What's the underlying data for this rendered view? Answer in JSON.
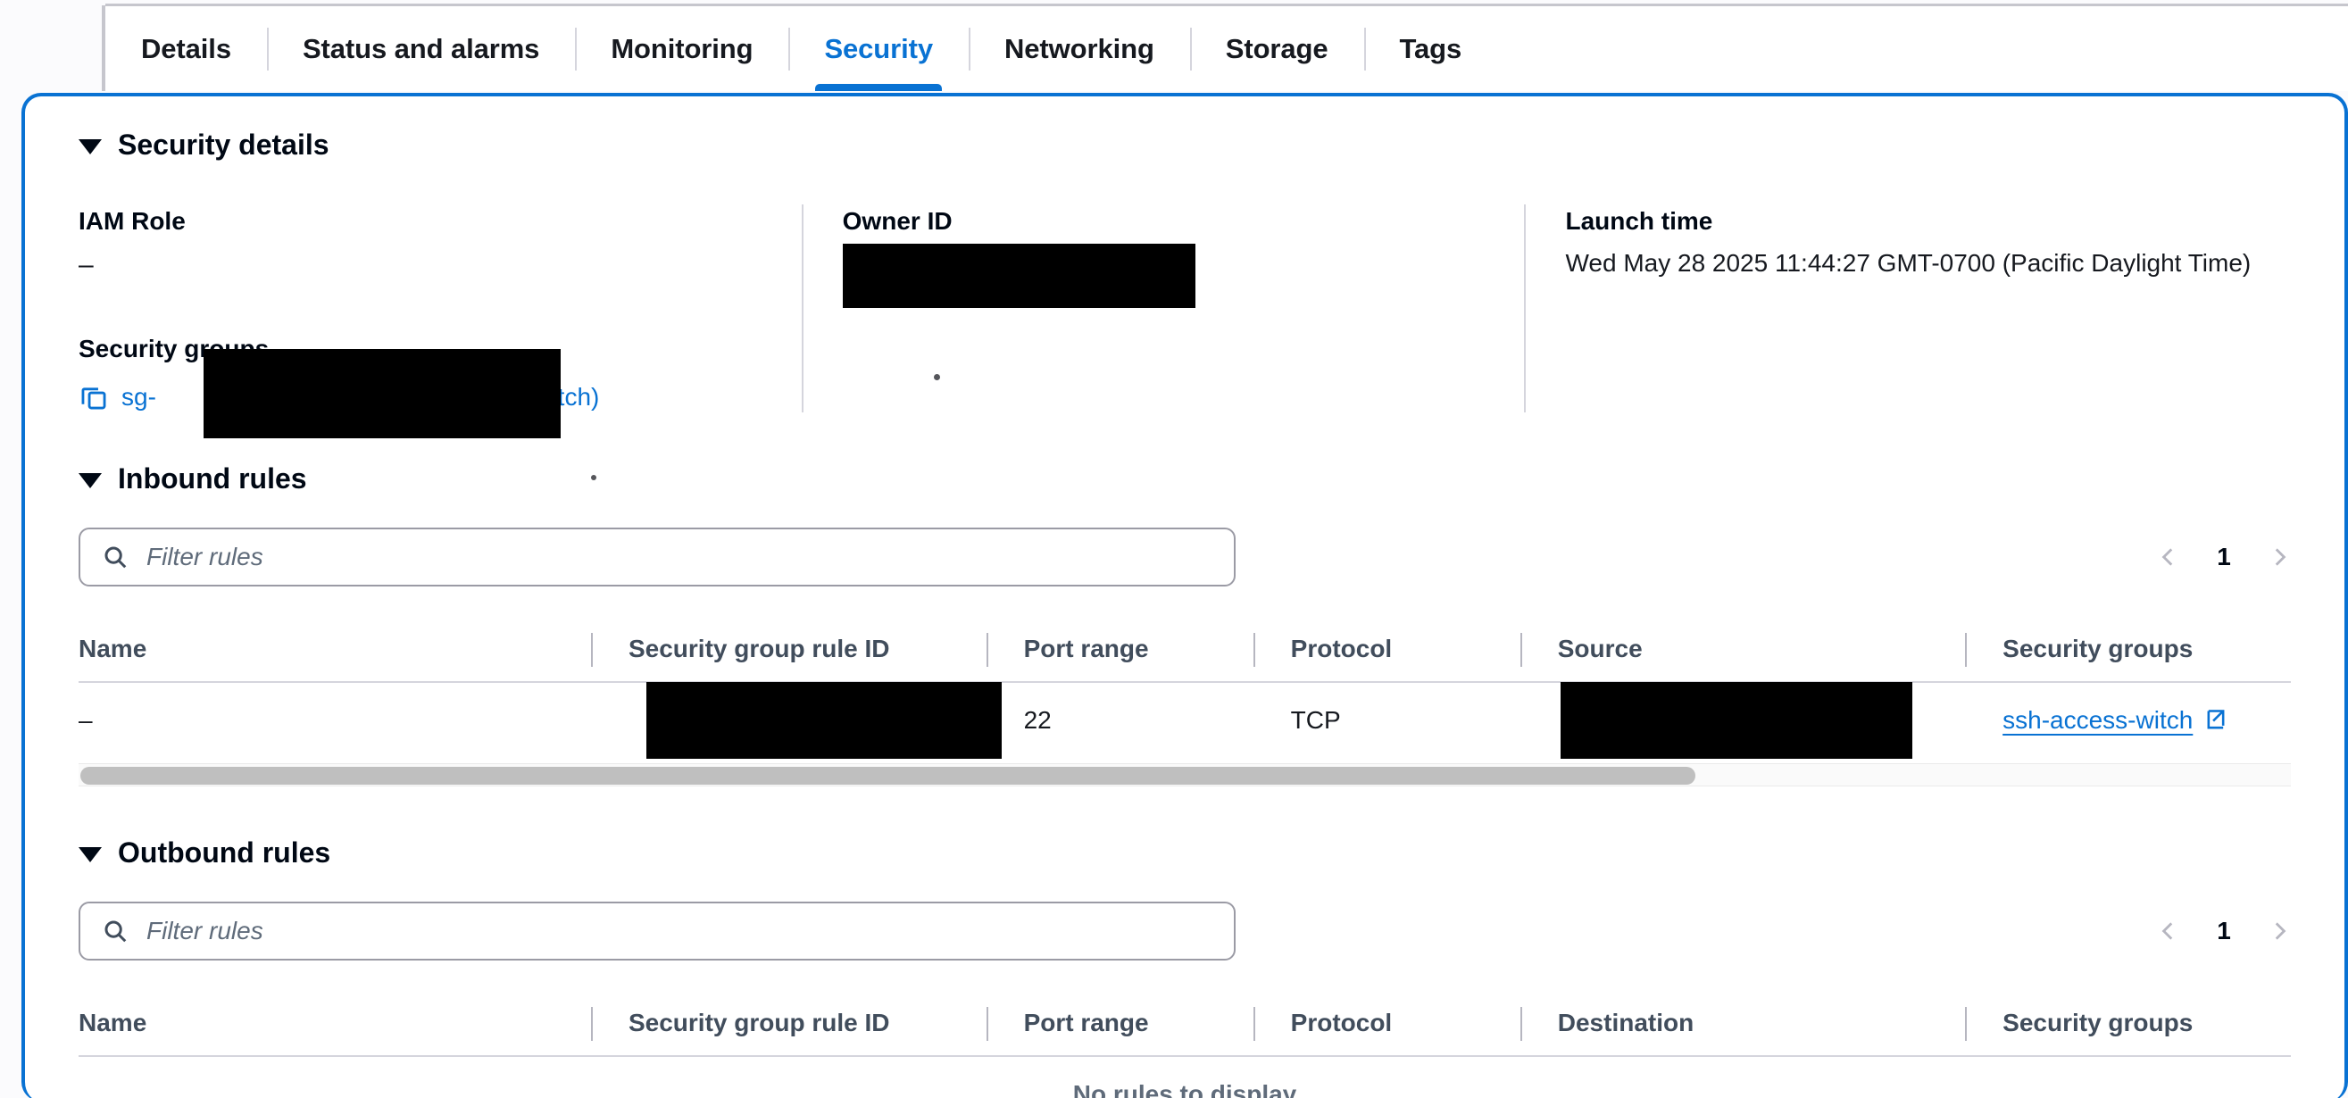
{
  "tabs": [
    {
      "label": "Details",
      "active": false
    },
    {
      "label": "Status and alarms",
      "active": false
    },
    {
      "label": "Monitoring",
      "active": false
    },
    {
      "label": "Security",
      "active": true
    },
    {
      "label": "Networking",
      "active": false
    },
    {
      "label": "Storage",
      "active": false
    },
    {
      "label": "Tags",
      "active": false
    }
  ],
  "security_details": {
    "heading": "Security details",
    "iam_role": {
      "label": "IAM Role",
      "value": "–"
    },
    "owner_id": {
      "label": "Owner ID",
      "value": ""
    },
    "launch_time": {
      "label": "Launch time",
      "value": "Wed May 28 2025 11:44:27 GMT-0700 (Pacific Daylight Time)"
    },
    "security_groups": {
      "label": "Security groups",
      "link_prefix": "sg-",
      "link_suffix": "s-witch)",
      "copy_icon": "copy-icon"
    }
  },
  "inbound": {
    "heading": "Inbound rules",
    "filter_placeholder": "Filter rules",
    "search_icon": "search-icon",
    "pagination": {
      "prev_icon": "chevron-left-icon",
      "page": "1",
      "next_icon": "chevron-right-icon"
    },
    "columns": [
      "Name",
      "Security group rule ID",
      "Port range",
      "Protocol",
      "Source",
      "Security groups"
    ],
    "rows": [
      {
        "name": "–",
        "rule_id": "",
        "port_range": "22",
        "protocol": "TCP",
        "source": "",
        "security_group": "ssh-access-witch",
        "external_icon": "external-link-icon"
      }
    ]
  },
  "outbound": {
    "heading": "Outbound rules",
    "filter_placeholder": "Filter rules",
    "search_icon": "search-icon",
    "pagination": {
      "prev_icon": "chevron-left-icon",
      "page": "1",
      "next_icon": "chevron-right-icon"
    },
    "columns": [
      "Name",
      "Security group rule ID",
      "Port range",
      "Protocol",
      "Destination",
      "Security groups"
    ],
    "empty_text": "No rules to display"
  },
  "colors": {
    "accent": "#0972d3",
    "text": "#16191f",
    "muted": "#5f6b7a",
    "border": "#d5d5dd"
  }
}
